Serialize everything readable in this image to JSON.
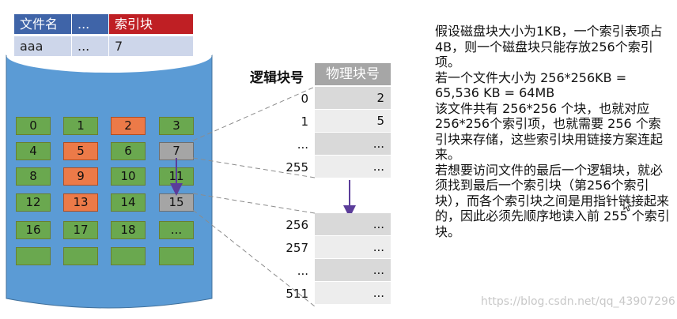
{
  "directory": {
    "headers": [
      "文件名",
      "...",
      "索引块"
    ],
    "row": [
      "aaa",
      "...",
      "7"
    ]
  },
  "disk": {
    "rows": [
      [
        {
          "label": "0",
          "color": "green"
        },
        {
          "label": "1",
          "color": "green"
        },
        {
          "label": "2",
          "color": "orange"
        },
        {
          "label": "3",
          "color": "green"
        }
      ],
      [
        {
          "label": "4",
          "color": "green"
        },
        {
          "label": "5",
          "color": "orange"
        },
        {
          "label": "6",
          "color": "green"
        },
        {
          "label": "7",
          "color": "gray"
        }
      ],
      [
        {
          "label": "8",
          "color": "green"
        },
        {
          "label": "9",
          "color": "orange"
        },
        {
          "label": "10",
          "color": "green"
        },
        {
          "label": "11",
          "color": "green"
        }
      ],
      [
        {
          "label": "12",
          "color": "green"
        },
        {
          "label": "13",
          "color": "orange"
        },
        {
          "label": "14",
          "color": "green"
        },
        {
          "label": "15",
          "color": "gray"
        }
      ],
      [
        {
          "label": "16",
          "color": "green"
        },
        {
          "label": "17",
          "color": "green"
        },
        {
          "label": "18",
          "color": "green"
        },
        {
          "label": "...",
          "color": "green"
        }
      ],
      [
        {
          "label": "",
          "color": "green"
        },
        {
          "label": "",
          "color": "green"
        },
        {
          "label": "",
          "color": "green"
        },
        {
          "label": "",
          "color": "green"
        }
      ]
    ],
    "colors": {
      "green": "#6aa84f",
      "orange": "#ec7a48",
      "gray": "#a5a5a5",
      "cylinder": "#5b9bd5"
    }
  },
  "index_table": {
    "header_logical": "逻辑块号",
    "header_physical": "物理块号",
    "top_rows": [
      {
        "logical": "0",
        "physical": "2"
      },
      {
        "logical": "1",
        "physical": "5"
      },
      {
        "logical": "...",
        "physical": "..."
      },
      {
        "logical": "255",
        "physical": "..."
      }
    ],
    "bottom_rows": [
      {
        "logical": "256",
        "physical": "..."
      },
      {
        "logical": "257",
        "physical": "..."
      },
      {
        "logical": "...",
        "physical": "..."
      },
      {
        "logical": "511",
        "physical": "..."
      }
    ]
  },
  "explanation": [
    "假设磁盘块大小为1KB，一个索引表项占4B，则一个磁盘块只能存放256个索引项。",
    "若一个文件大小为 256*256KB = 65,536 KB = 64MB",
    "该文件共有 256*256 个块，也就对应 256*256个索引项，也就需要 256 个索引块来存储，这些索引块用链接方案连起来。",
    "若想要访问文件的最后一个逻辑块，就必须找到最后一个索引块（第256个索引块），而各个索引块之间是用指针链接起来的，因此必须先顺序地读入前 255 个索引块。"
  ],
  "watermark": "https://blog.csdn.net/qq_43907296"
}
